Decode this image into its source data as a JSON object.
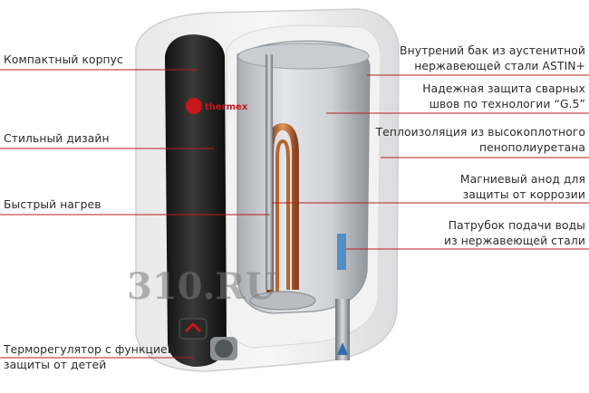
{
  "brand": {
    "logo_text": "thermex",
    "watermark": "310.RU"
  },
  "colors": {
    "callout_line": "#b81d22",
    "logo_red": "#c8161d",
    "tank_body": "#1e1e1e"
  },
  "labels": {
    "left": [
      {
        "id": "compact-body",
        "lines": [
          "Компактный корпус"
        ]
      },
      {
        "id": "stylish-design",
        "lines": [
          "Стильный дизайн"
        ]
      },
      {
        "id": "fast-heating",
        "lines": [
          "Быстрый нагрев"
        ]
      },
      {
        "id": "thermostat",
        "lines": [
          "Терморегулятор с функцией",
          "защиты от детей"
        ]
      }
    ],
    "right": [
      {
        "id": "inner-tank",
        "lines": [
          "Внутрений бак из аустенитной",
          "нержавеющей стали ASTIN+"
        ]
      },
      {
        "id": "weld-protection",
        "lines": [
          "Надежная защита сварных",
          "швов по технологии “G.5”"
        ]
      },
      {
        "id": "insulation",
        "lines": [
          "Теплоизоляция из высокоплотного",
          "пенополиуретана"
        ]
      },
      {
        "id": "magnesium-anode",
        "lines": [
          "Магниевый анод для",
          "защиты от коррозии"
        ]
      },
      {
        "id": "water-inlet",
        "lines": [
          "Патрубок подачи воды",
          "из нержавеющей стали"
        ]
      }
    ]
  }
}
